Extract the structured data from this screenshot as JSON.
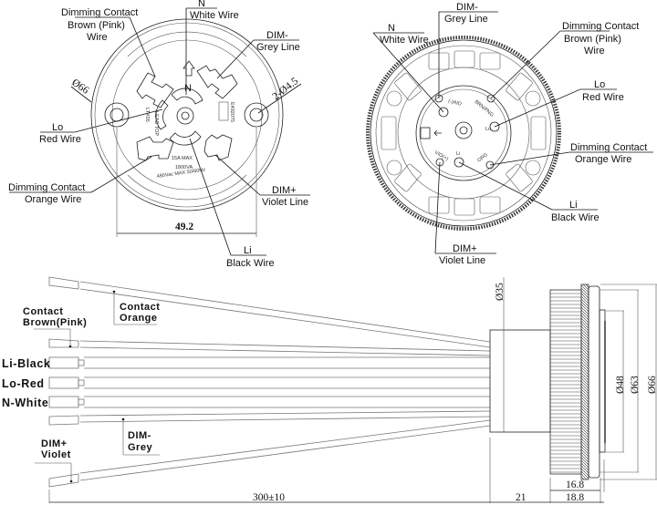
{
  "front_view": {
    "labels": {
      "dim_contact_brown": [
        "Dimming Contact",
        "Brown (Pink)",
        "Wire"
      ],
      "n_white": [
        "N",
        "White Wire"
      ],
      "dim_minus_grey": [
        "DIM-",
        "Grey Line"
      ],
      "lo_red": [
        "Lo",
        "Red Wire"
      ],
      "dim_contact_orange": [
        "Dimming Contact",
        "Orange Wire"
      ],
      "dim_plus_violet": [
        "DIM+",
        "Violet Line"
      ],
      "li_black": [
        "Li",
        "Black Wire"
      ]
    },
    "dimensions": {
      "outer_diameter": "Ø66",
      "holes": "2-Ø4.5",
      "hole_spacing": "49.2"
    },
    "socket_markings": {
      "rating_1": "15A MAX",
      "rating_2": "1800VA",
      "rating_3": "480Vac MAX 50/60Hz",
      "letter_n": "N",
      "lead_top": "LEAD TOP",
      "model": "LTX05",
      "cert": "E492075"
    }
  },
  "rear_view": {
    "labels": {
      "n_white": [
        "N",
        "White Wire"
      ],
      "dim_minus_grey": [
        "DIM-",
        "Grey Line"
      ],
      "dim_contact_brown": [
        "Dimming Contact",
        "Brown (Pink)",
        "Wire"
      ],
      "lo_red": [
        "Lo",
        "Red Wire"
      ],
      "dim_contact_orange": [
        "Dimming Contact",
        "Orange Wire"
      ],
      "li_black": [
        "Li",
        "Black Wire"
      ],
      "dim_plus_violet": [
        "DIM+",
        "Violet Line"
      ]
    },
    "terminal_marks": {
      "grey": "(-)AID",
      "brown": "BRN/PNG",
      "lo": "Lo",
      "violet": "VIO(+)",
      "li": "Li",
      "orange": "ORG"
    }
  },
  "side_view": {
    "wire_labels": {
      "contact_orange": [
        "Contact",
        "Orange"
      ],
      "contact_brown": [
        "Contact",
        "Brown(Pink)"
      ],
      "li_black": "Li-Black",
      "lo_red": "Lo-Red",
      "n_white": "N-White",
      "dim_grey": [
        "DIM-",
        "Grey"
      ],
      "dim_violet": [
        "DIM+",
        "Violet"
      ]
    },
    "dimensions": {
      "wire_length": "300±10",
      "body_length": "21",
      "cap_length_1": "16.8",
      "cap_length_2": "18.8",
      "d35": "Ø35",
      "d48": "Ø48",
      "d63": "Ø63",
      "d66": "Ø66"
    }
  }
}
